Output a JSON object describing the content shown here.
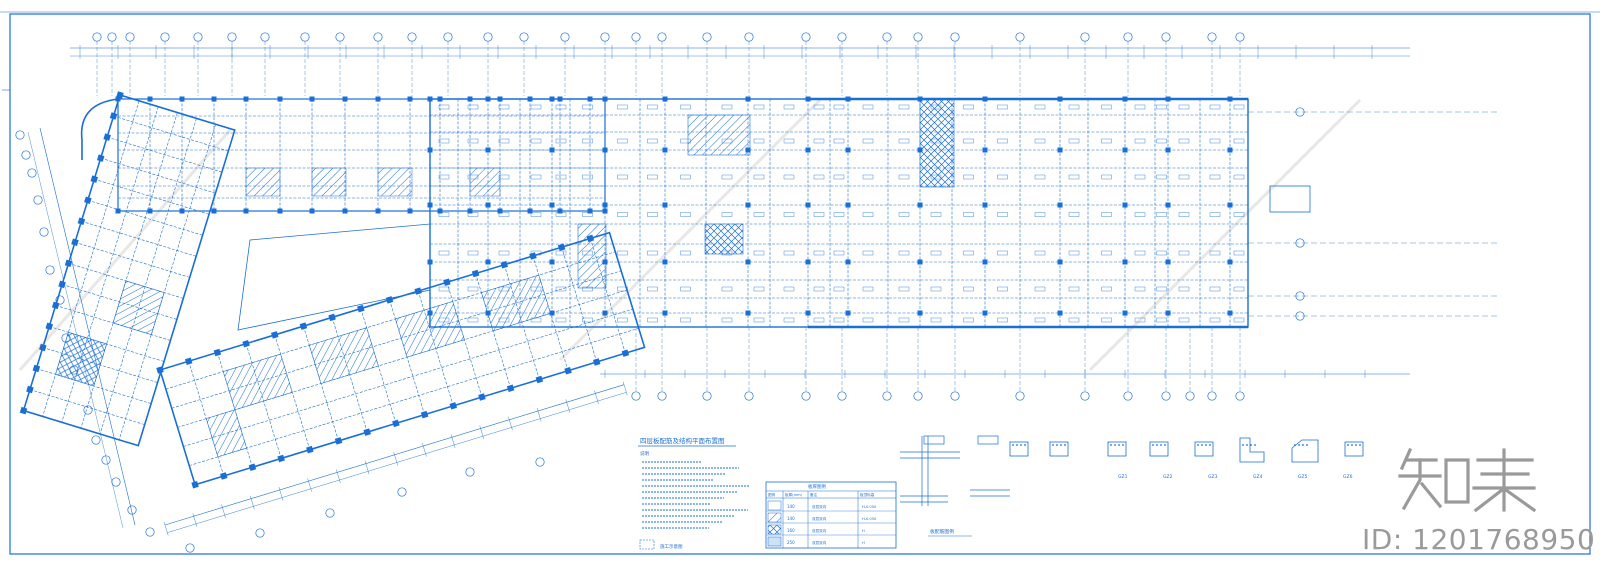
{
  "drawing": {
    "plan_title": "四层板配筋及结构平面布置图",
    "notes_heading": "说明",
    "legend_title": "板厚图例",
    "detail_title": "板配筋图例",
    "scale_note": "施工示意图",
    "line_color": "#1a6fd6",
    "hatch_color": "#1a6fd6"
  },
  "beam_sections": [
    "GZ1",
    "GZ2",
    "GZ3",
    "GZ4",
    "GZ5",
    "GZ6"
  ],
  "slab_legend": {
    "headers": [
      "图例",
      "板厚(mm)",
      "板顶标高",
      "备注"
    ],
    "rows": [
      [
        "",
        "140",
        "H-0.050",
        "双层双向"
      ],
      [
        "",
        "140",
        "H-0.050",
        "双层双向"
      ],
      [
        "",
        "160",
        "H",
        "双层双向"
      ],
      [
        "",
        "250",
        "H",
        "双层双向"
      ]
    ]
  },
  "watermark": {
    "brand": "知末",
    "id_text": "ID: 1201768950",
    "color": "#9a9a9a"
  }
}
